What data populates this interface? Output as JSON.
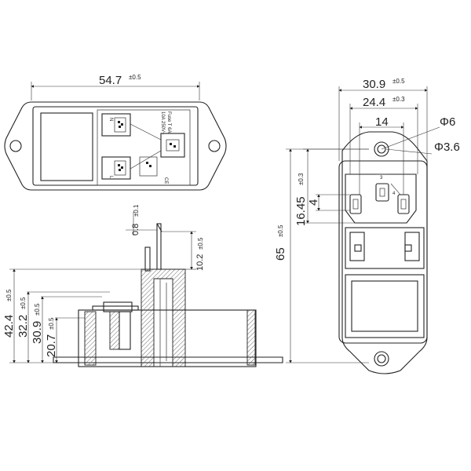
{
  "dimensions": {
    "width": {
      "value": "54.7",
      "tol": "±0.5"
    },
    "outer_width": {
      "value": "30.9",
      "tol": "±0.5"
    },
    "inner_width": {
      "value": "24.4",
      "tol": "±0.3"
    },
    "pin_spacing": {
      "value": "14"
    },
    "hole_outer": {
      "value": "Φ6"
    },
    "hole_inner": {
      "value": "Φ3.6"
    },
    "total_height": {
      "value": "65",
      "tol": "±0.5"
    },
    "pin_offset": {
      "value": "16.45",
      "tol": "±0.3"
    },
    "pin_gap": {
      "value": "4"
    },
    "pin_small_1": {
      "value": "3"
    },
    "pin_small_2": {
      "value": "4"
    },
    "sheet": {
      "value": "0.8",
      "tol": "±0.1"
    },
    "terminal": {
      "value": "10.2",
      "tol": "±0.5"
    },
    "h1": {
      "value": "42.4",
      "tol": "±0.5"
    },
    "h2": {
      "value": "32.2",
      "tol": "±0.5"
    },
    "h3": {
      "value": "30.9",
      "tol": "±0.5"
    },
    "h4": {
      "value": "20.7",
      "tol": "±0.5"
    }
  },
  "body_labels": {
    "n": "N",
    "l": "L",
    "rating": "10A 250V~",
    "fuse": "Fuse T 6A"
  }
}
